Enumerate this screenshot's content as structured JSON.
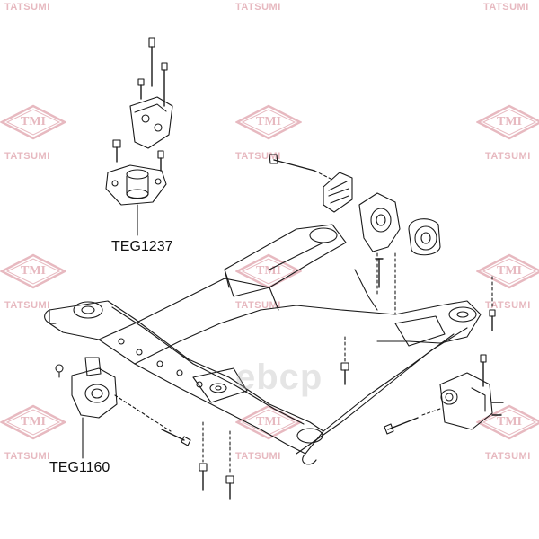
{
  "watermark": {
    "brand_text": "TATSUMI",
    "logo_text": "TMI",
    "color": "#e7b9c0"
  },
  "overlay_text": "ebcp",
  "labels": {
    "upper_mount": "TEG1237",
    "lower_mount": "TEG1160"
  },
  "colors": {
    "line": "#1a1a1a",
    "background": "#ffffff"
  }
}
